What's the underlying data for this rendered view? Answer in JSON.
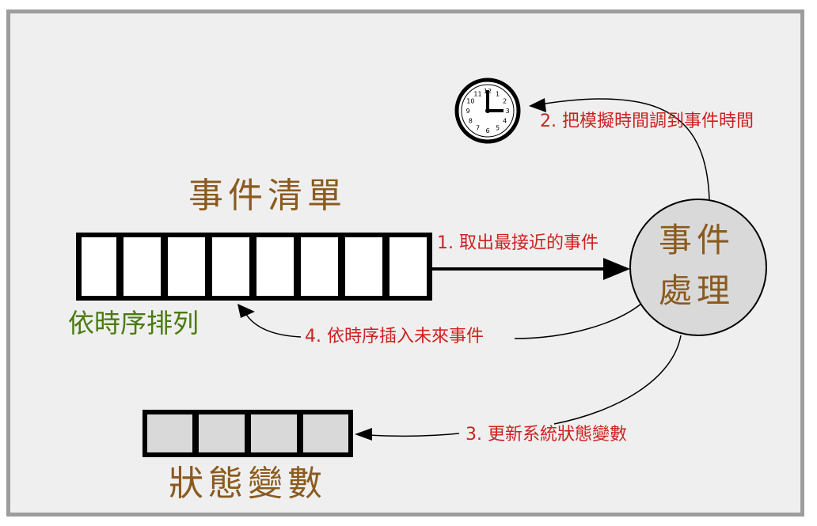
{
  "labels": {
    "event_list_title": "事件清單",
    "event_processing_line1": "事件",
    "event_processing_line2": "處理",
    "sorted_by_time": "依時序排列",
    "state_variables_title": "狀態變數",
    "step1": "1. 取出最接近的事件",
    "step2": "2. 把模擬時間調到事件時間",
    "step3": "3. 更新系統狀態變數",
    "step4": "4. 依時序插入未來事件"
  },
  "clock": {
    "numerals": [
      "12",
      "1",
      "2",
      "3",
      "4",
      "5",
      "6",
      "7",
      "8",
      "9",
      "10",
      "11"
    ]
  },
  "colors": {
    "title_brown": "#8b5a1e",
    "step_red": "#cc2222",
    "sorted_green": "#4a7a10",
    "circle_fill": "#d9d9d9",
    "state_cell_fill": "#d9d9d9",
    "frame_bg": "#efefef",
    "frame_border": "#9d9d9d"
  }
}
